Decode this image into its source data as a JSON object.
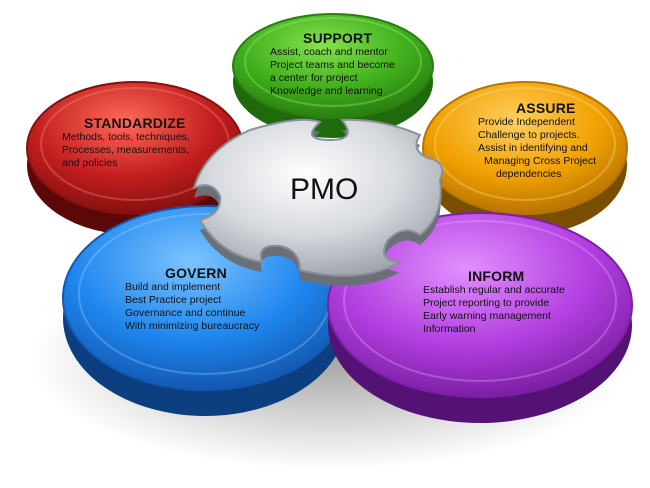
{
  "center": {
    "label": "PMO"
  },
  "petals": {
    "support": {
      "title": "SUPPORT",
      "lines": [
        "Assist, coach and mentor",
        "Project teams and become",
        "a center for project",
        "Knowledge and learning"
      ],
      "color": "#3fae1c"
    },
    "assure": {
      "title": "ASSURE",
      "lines": [
        "Provide Independent",
        "Challenge to projects.",
        "Assist in identifying and",
        "Managing Cross Project",
        "dependencies"
      ],
      "color": "#f0a000"
    },
    "inform": {
      "title": "INFORM",
      "lines": [
        "Establish regular and accurate",
        "Project reporting to provide",
        "Early warning management",
        "Information"
      ],
      "color": "#b23ee0"
    },
    "govern": {
      "title": "GOVERN",
      "lines": [
        "Build and implement",
        "Best Practice project",
        "Governance and  continue",
        "With minimizing bureaucracy"
      ],
      "color": "#1f86ee"
    },
    "standardize": {
      "title": "STANDARDIZE",
      "lines": [
        "Methods, tools, techniques,",
        "Processes, measurements,",
        "and policies"
      ],
      "color": "#c21e1e"
    }
  },
  "colors": {
    "center": "#c9cdd3"
  }
}
